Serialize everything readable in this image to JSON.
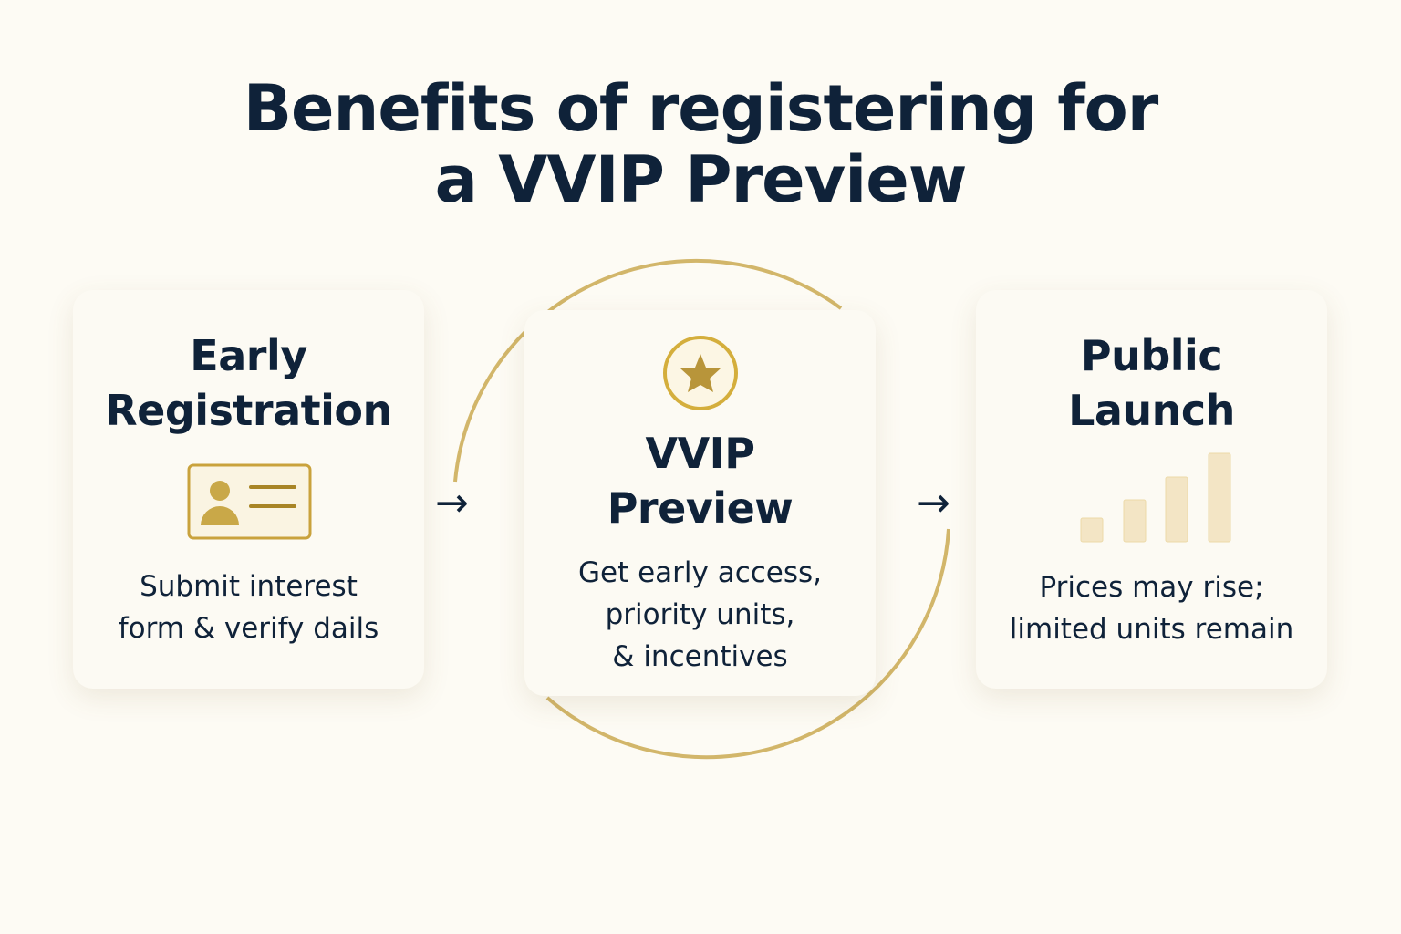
{
  "title": {
    "line1": "Benefits of registering for",
    "line2": "a VVIP Preview"
  },
  "steps": [
    {
      "heading_line1": "Early",
      "heading_line2": "Registration",
      "icon": "id-card-icon",
      "desc_line1": "Submit interest",
      "desc_line2": "form & verify dails"
    },
    {
      "heading_line1": "VVIP",
      "heading_line2": "Preview",
      "icon": "star-icon",
      "desc_line1": "Get early access,",
      "desc_line2": "priority units,",
      "desc_line3": "& incentives"
    },
    {
      "heading_line1": "Public",
      "heading_line2": "Launch",
      "icon": "rising-bars-icon",
      "desc_line1": "Prices may rise;",
      "desc_line2": "limited units remain"
    }
  ],
  "arrows": {
    "symbol": "→"
  },
  "colors": {
    "accent": "#c9a94a",
    "text": "#0f2239",
    "bars": "#f3e5c5"
  }
}
